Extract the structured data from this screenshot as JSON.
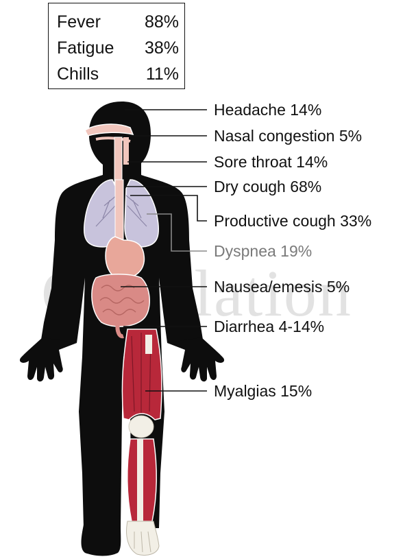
{
  "systemic_symptoms": [
    {
      "name": "Fever",
      "percent": "88%"
    },
    {
      "name": "Fatigue",
      "percent": "38%"
    },
    {
      "name": "Chills",
      "percent": "11%"
    }
  ],
  "symptom_labels": [
    {
      "label": "Headache 14%"
    },
    {
      "label": "Nasal congestion 5%"
    },
    {
      "label": "Sore throat 14%"
    },
    {
      "label": "Dry cough 68%"
    },
    {
      "label": "Productive cough 33%"
    },
    {
      "label": "Dyspnea 19%"
    },
    {
      "label": "Nausea/emesis 5%"
    },
    {
      "label": "Diarrhea 4-14%"
    },
    {
      "label": "Myalgias 15%"
    }
  ],
  "watermark": "Circulation",
  "colors": {
    "silhouette": "#0d0d0d",
    "lungs": "#c8c3dc",
    "airway": "#f1c6bd",
    "stomach": "#e8a79a",
    "intestines": "#d98a86",
    "muscle": "#b8283a",
    "bone": "#f2efe6",
    "leader_line": "#111111",
    "dyspnea_label": "#7a7a7a"
  }
}
